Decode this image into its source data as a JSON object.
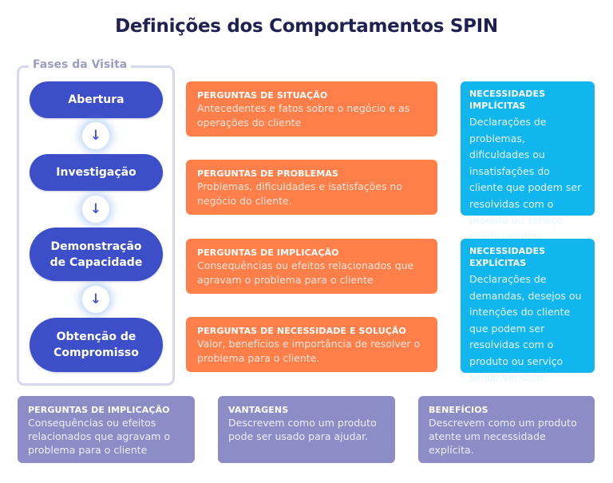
{
  "title": "Definições dos Comportamentos SPIN",
  "phases": {
    "label": "Fases da Visita",
    "items": [
      {
        "lines": [
          "Abertura"
        ]
      },
      {
        "lines": [
          "Investigação"
        ]
      },
      {
        "lines": [
          "Demonstração",
          "de Capacidade"
        ]
      },
      {
        "lines": [
          "Obtenção de",
          "Compromisso"
        ]
      }
    ],
    "arrow_icon": "↓"
  },
  "questions": [
    {
      "title": "PERGUNTAS DE SITUAÇÃO",
      "text": "Antecedentes e fatos sobre o negócio e as operações do cliente"
    },
    {
      "title": "PERGUNTAS DE PROBLEMAS",
      "text": "Problemas, dificuldades e isatisfações no negócio do cliente."
    },
    {
      "title": "PERGUNTAS DE IMPLICAÇÃO",
      "text": "Consequências ou efeitos relacionados que agravam o problema para o cliente"
    },
    {
      "title": "PERGUNTAS DE NECESSIDADE E SOLUÇÃO",
      "text": "Valor, benefícios e importância de resolver o problema para o cliente."
    }
  ],
  "needs": [
    {
      "title": "NECESSIDADES IMPLÍCITAS",
      "text": "Declarações de problemas, dificuldades ou insatisfações do cliente que podem ser resolvidas com o produto ou serviço sendo vendido."
    },
    {
      "title": "NECESSIDADES EXPLÍCITAS",
      "text": "Declarações de demandas, desejos ou intenções do cliente que podem ser resolvidas com o produto ou serviço sendo vendido."
    }
  ],
  "bottom": [
    {
      "title": "PERGUNTAS DE IMPLICAÇÃO",
      "text": "Consequências ou efeitos relacionados que agravam o problema para o cliente"
    },
    {
      "title": "VANTAGENS",
      "text": "Descrevem como um produto pode ser usado para ajudar."
    },
    {
      "title": "BENEFÍCIOS",
      "text": "Descrevem como um produto atente um necessidade explícita."
    }
  ],
  "colors": {
    "phase": "#3d4fc8",
    "question": "#ff7f4a",
    "need": "#12b6ef",
    "bottom": "#8c8dc6",
    "title": "#1f2152"
  }
}
